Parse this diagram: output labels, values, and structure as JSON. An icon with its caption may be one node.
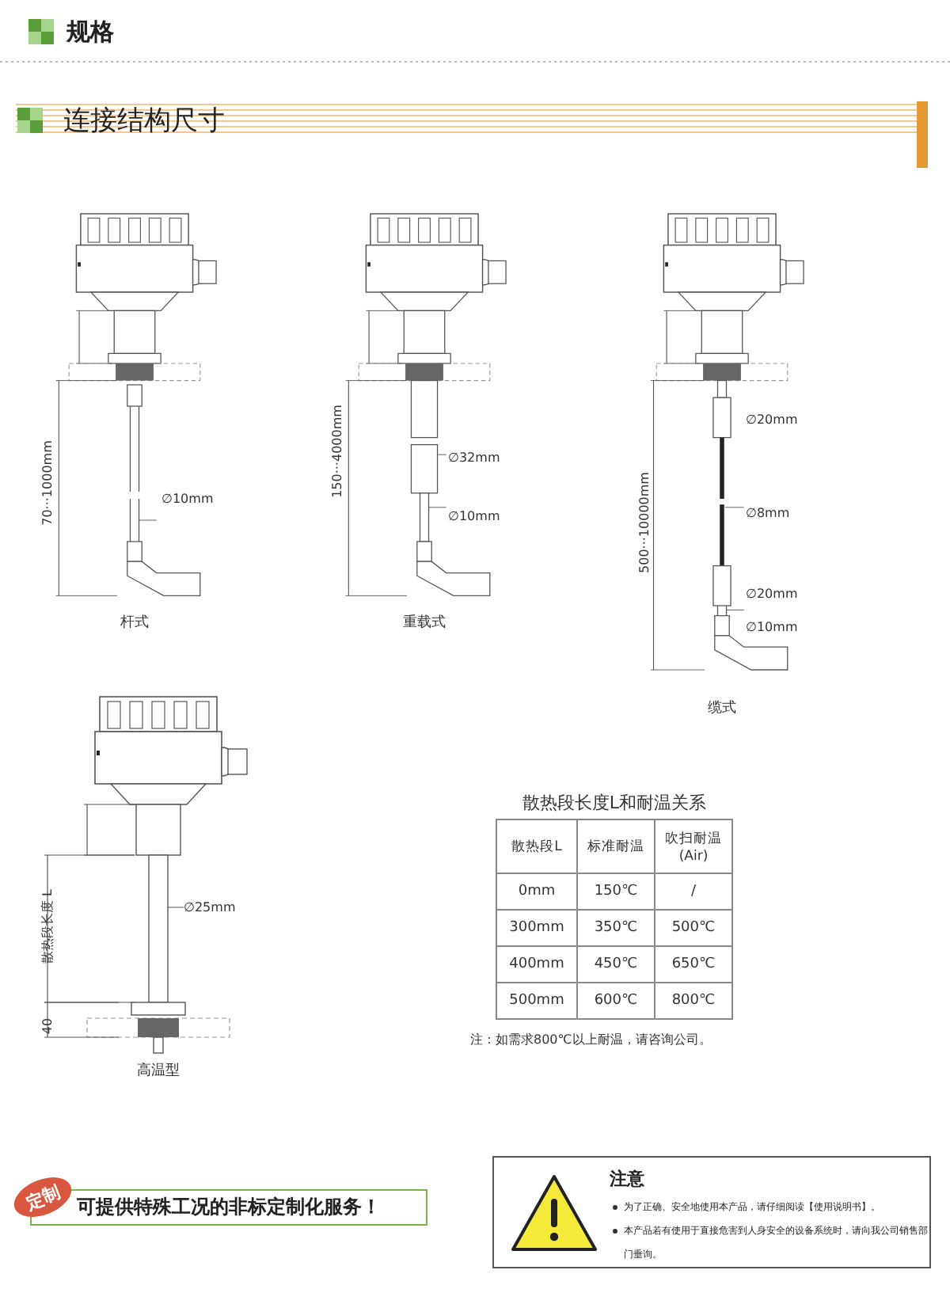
{
  "diagram": {
    "title": "规格",
    "nodes": [
      {
        "text": [
          "定制"
        ]
      },
      {
        "text": [
          "可提供特殊工况的非标定制化服务！"
        ]
      },
      {
        "text": [
          "注意",
          "为了正确、安全地使用本产品，请仔细阅读【使用说明书】。",
          "本产品若有使用于直接危害到人身安全的设备系统时，请向我公司销售部门垂询。"
        ]
      }
    ],
    "labels": [
      "连接结构尺寸",
      "70···1000mm",
      "∅10mm",
      "杆式",
      "150···4000mm",
      "∅32mm",
      "∅10mm",
      "重载式",
      "500···10000mm",
      "∅20mm",
      "∅8mm",
      "∅20mm",
      "∅10mm",
      "缆式",
      "散热段长度 L",
      "∅25mm",
      "40",
      "高温型",
      "散热段长度L和耐温关系",
      "散热段L",
      "标准耐温",
      "吹扫耐温 (Air)",
      "0mm",
      "150℃",
      "/",
      "300mm",
      "350℃",
      "500℃",
      "400mm",
      "450℃",
      "650℃",
      "500mm",
      "600℃",
      "800℃",
      "注：如需求800℃以上耐温，请咨询公司。"
    ]
  }
}
